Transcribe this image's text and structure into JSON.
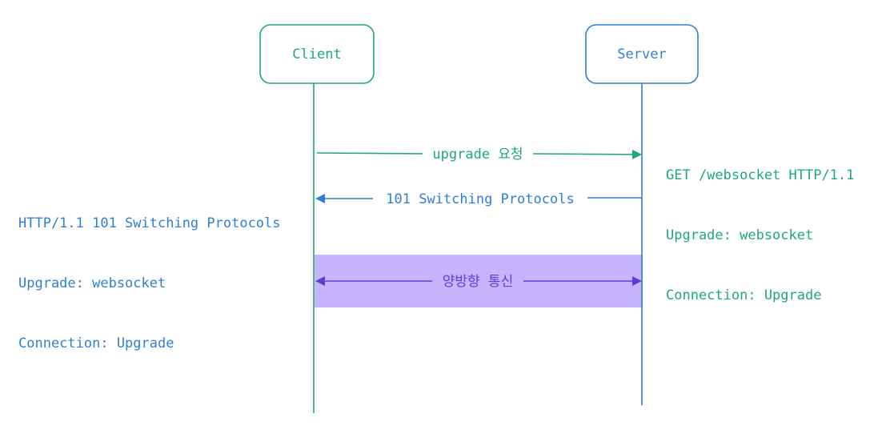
{
  "colors": {
    "client": "#1fa878",
    "server": "#2f7fd4",
    "bidirectional": "#5b3ed6",
    "bidirectional_band": "#c4b5fd"
  },
  "participants": {
    "client": "Client",
    "server": "Server"
  },
  "messages": {
    "upgrade_request": "upgrade 요청",
    "switching_response": "101 Switching Protocols",
    "bidirectional": "양방향 통신"
  },
  "request_headers": [
    "GET /websocket HTTP/1.1",
    "Upgrade: websocket",
    "Connection: Upgrade"
  ],
  "response_headers": [
    "HTTP/1.1 101 Switching Protocols",
    "Upgrade: websocket",
    "Connection: Upgrade"
  ]
}
